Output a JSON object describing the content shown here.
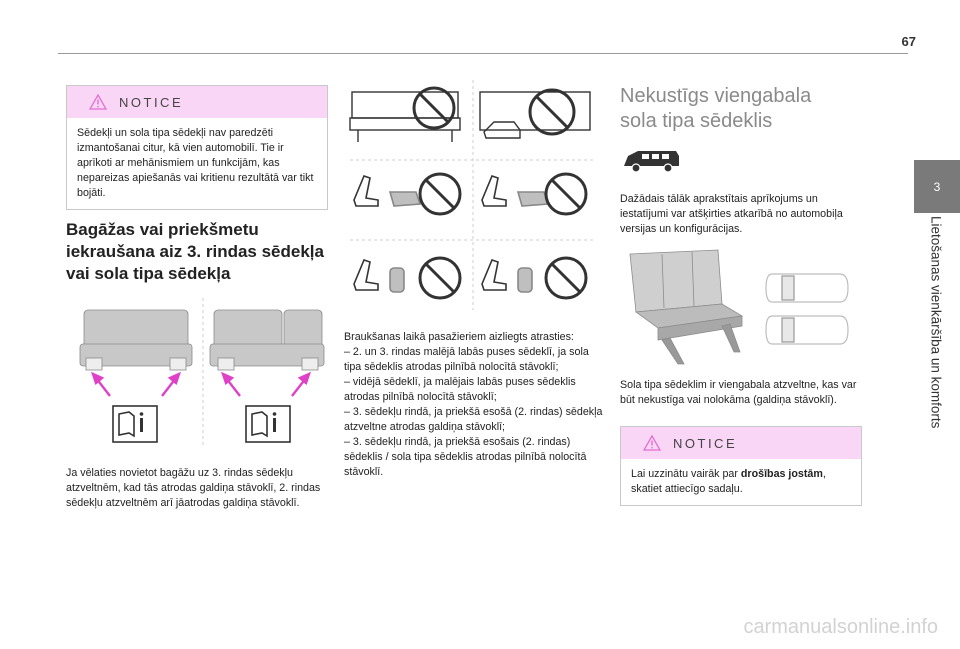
{
  "page_number": "67",
  "chapter": {
    "number": "3",
    "title": "Lietošanas vienkāršība un komforts"
  },
  "notice_top": {
    "label": "NOTICE",
    "text": "Sēdekļi un sola tipa sēdekļi nav paredzēti izmantošanai citur, kā vien automobilī. Tie ir aprīkoti ar mehānismiem un funkcijām, kas nepareizas apiešanās vai kritienu rezultātā var tikt bojāti."
  },
  "loading_section": {
    "heading": "Bagāžas vai priekšmetu iekraušana aiz 3. rindas sēdekļa vai sola tipa sēdekļa",
    "text": "Ja vēlaties novietot bagāžu uz 3. rindas sēdekļu atzveltnēm, kad tās atrodas galdiņa stāvoklī, 2. rindas sēdekļu atzveltnēm arī jāatrodas galdiņa stāvoklī."
  },
  "driving_section": {
    "intro": "Braukšanas laikā pasažieriem aizliegts atrasties:",
    "items": [
      "– 2. un 3. rindas malējā labās puses sēdeklī, ja sola tipa sēdeklis atrodas pilnībā nolocītā stāvoklī;",
      "– vidējā sēdeklī, ja malējais labās puses sēdeklis atrodas pilnībā nolocītā stāvoklī;",
      "– 3. sēdekļu rindā, ja priekšā esošā (2. rindas) sēdekļa atzveltne atrodas galdiņa stāvoklī;",
      "– 3. sēdekļu rindā, ja priekšā esošais (2. rindas) sēdeklis / sola tipa sēdeklis atrodas pilnībā nolocītā stāvoklī."
    ]
  },
  "bench_section": {
    "heading": "Nekustīgs viengabala sola tipa sēdeklis",
    "intro": "Dažādais tālāk aprakstītais aprīkojums un iestatījumi var atšķirties atkarībā no automobiļa versijas un konfigurācijas.",
    "text": "Sola tipa sēdeklim ir viengabala atzveltne, kas var būt nekustīga vai nolokāma (galdiņa stāvoklī)."
  },
  "notice_bottom": {
    "label": "NOTICE",
    "text_prefix": "Lai uzzinātu vairāk par ",
    "text_bold": "drošības jostām",
    "text_suffix": ", skatiet attiecīgo sadaļu."
  },
  "watermark": "carmanualsonline.info",
  "colors": {
    "notice_header": "#f9d6f5",
    "accent_magenta": "#e040c8",
    "chapter_tab": "#7a7a7a",
    "heading_grey": "#8a8a8a",
    "illustration_grey": "#bfbfbf"
  },
  "icons": [
    "warning-triangle-icon",
    "manual-book-icon",
    "no-passenger-icon",
    "vehicle-icon"
  ]
}
